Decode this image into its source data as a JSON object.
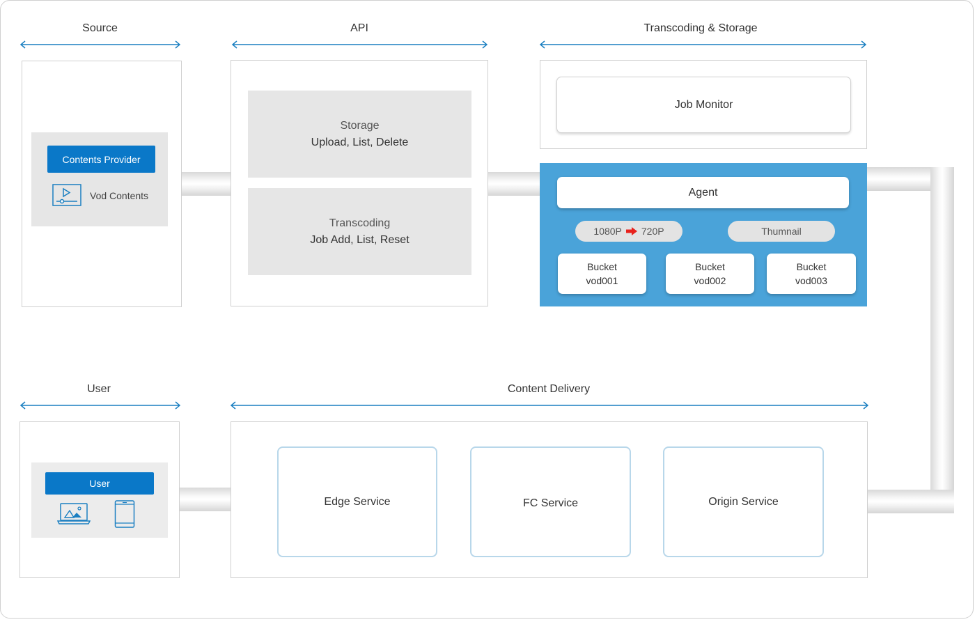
{
  "sections": {
    "source": "Source",
    "api": "API",
    "transcoding_storage": "Transcoding & Storage",
    "user": "User",
    "content_delivery": "Content Delivery"
  },
  "source_box": {
    "contents_provider": "Contents Provider",
    "vod_contents": "Vod Contents",
    "icon": "video-player-icon"
  },
  "api_box": {
    "storage_title": "Storage",
    "storage_ops": "Upload, List, Delete",
    "transcoding_title": "Transcoding",
    "transcoding_ops": "Job Add, List, Reset"
  },
  "transcoding_box": {
    "job_monitor": "Job Monitor",
    "agent": "Agent",
    "resolution_from": "1080P",
    "resolution_to": "720P",
    "thumbnail": "Thumnail",
    "buckets": [
      {
        "label": "Bucket",
        "name": "vod001"
      },
      {
        "label": "Bucket",
        "name": "vod002"
      },
      {
        "label": "Bucket",
        "name": "vod003"
      }
    ]
  },
  "user_box": {
    "user": "User",
    "icons": [
      "laptop-icon",
      "tablet-icon"
    ]
  },
  "delivery_box": {
    "services": [
      "Edge Service",
      "FC Service",
      "Origin Service"
    ]
  },
  "colors": {
    "accent_blue": "#0a78c8",
    "agent_panel": "#4aa3d9",
    "arrow": "#1a7fc1",
    "service_border": "#b8d7ea",
    "convert_arrow": "#e8211c"
  }
}
